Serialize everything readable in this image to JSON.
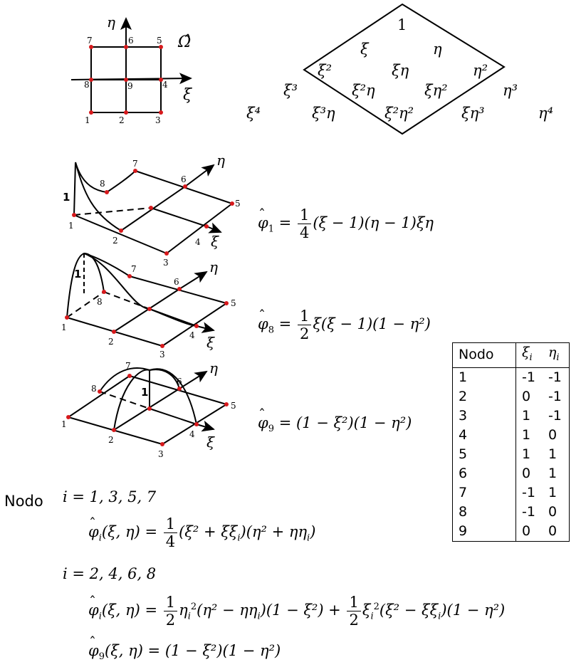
{
  "reference_element": {
    "axis_eta": "η",
    "axis_xi": "ξ",
    "domain_symbol": "Ω̂",
    "node_numbers": [
      "1",
      "2",
      "3",
      "4",
      "5",
      "6",
      "7",
      "8",
      "9"
    ]
  },
  "pascal": {
    "row0": [
      "1"
    ],
    "row1": [
      "ξ",
      "η"
    ],
    "row2": [
      "ξ²",
      "ξη",
      "η²"
    ],
    "row3": [
      "ξ³",
      "ξ²η",
      "ξη²",
      "η³"
    ],
    "row4": [
      "ξ⁴",
      "ξ³η",
      "ξ²η²",
      "ξη³",
      "η⁴"
    ]
  },
  "plots": [
    {
      "nodes": [
        "1",
        "2",
        "3",
        "4",
        "5",
        "6",
        "7",
        "8"
      ],
      "height_label": "1",
      "axis_xi": "ξ",
      "axis_eta": "η"
    },
    {
      "nodes": [
        "1",
        "2",
        "3",
        "4",
        "5",
        "6",
        "7",
        "8"
      ],
      "height_label": "1",
      "axis_xi": "ξ",
      "axis_eta": "η"
    },
    {
      "nodes": [
        "1",
        "2",
        "3",
        "4",
        "5",
        "6",
        "7",
        "8"
      ],
      "height_label": "1",
      "axis_xi": "ξ",
      "axis_eta": "η"
    }
  ],
  "formulas": {
    "phi1_lhs": "φ",
    "phi1_sub": "1",
    "phi1_coef_num": "1",
    "phi1_coef_den": "4",
    "phi1_rest": "(ξ − 1)(η − 1)ξη",
    "phi8_lhs": "φ",
    "phi8_sub": "8",
    "phi8_coef_num": "1",
    "phi8_coef_den": "2",
    "phi8_rest": "ξ(ξ − 1)(1 − η²)",
    "phi9_lhs": "φ",
    "phi9_sub": "9",
    "phi9_rest": "= (1 − ξ²)(1 − η²)"
  },
  "table": {
    "headers": [
      "Nodo",
      "ξ",
      "η"
    ],
    "header_subscript": "i",
    "rows": [
      [
        "1",
        "-1",
        "-1"
      ],
      [
        "2",
        "0",
        "-1"
      ],
      [
        "3",
        "1",
        "-1"
      ],
      [
        "4",
        "1",
        "0"
      ],
      [
        "5",
        "1",
        "1"
      ],
      [
        "6",
        "0",
        "1"
      ],
      [
        "7",
        "-1",
        "1"
      ],
      [
        "8",
        "-1",
        "0"
      ],
      [
        "9",
        "0",
        "0"
      ]
    ]
  },
  "general": {
    "nodo_label": "Nodo",
    "case1": "i = 1, 3, 5, 7",
    "case1_lhs": "φ",
    "case1_lhs_args": "(ξ, η) =",
    "case1_coef_num": "1",
    "case1_coef_den": "4",
    "case1_rest": "(ξ² + ξξ",
    "case1_rest2": ")(η² + ηη",
    "case1_rest3": ")",
    "case2": "i = 2, 4, 6, 8",
    "case2_coef_num": "1",
    "case2_coef_den": "2",
    "case2_part1": "η",
    "case2_part2": "(η² − ηη",
    "case2_part3": ")(1 − ξ²) +",
    "case2_part4": "ξ",
    "case2_part5": "(ξ² − ξξ",
    "case2_part6": ")(1 − η²)",
    "case3_lhs_args": "(ξ, η) = (1 − ξ²)(1 − η²)"
  }
}
